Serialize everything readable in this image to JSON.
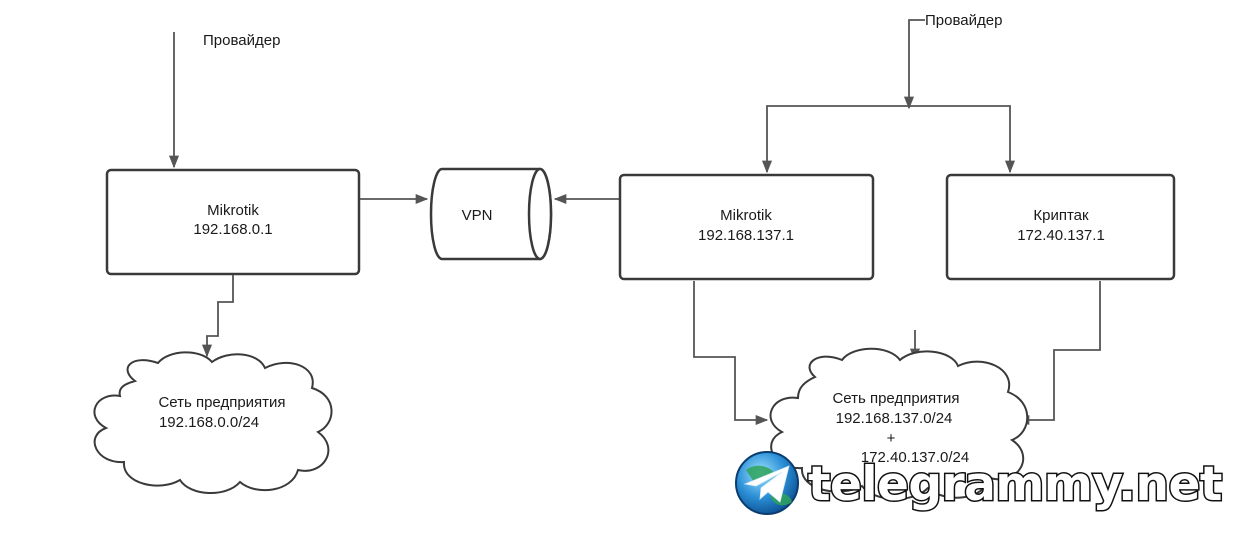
{
  "left": {
    "provider_label": "Провайдер",
    "router": {
      "name": "Mikrotik",
      "ip": "192.168.0.1"
    },
    "network": {
      "name": "Сеть предприятия",
      "subnet": "192.168.0.0/24"
    }
  },
  "vpn": {
    "label": "VPN"
  },
  "right": {
    "provider_label": "Провайдер",
    "router": {
      "name": "Mikrotik",
      "ip": "192.168.137.1"
    },
    "cryptak": {
      "name": "Криптак",
      "ip": "172.40.137.1"
    },
    "network": {
      "name": "Сеть предприятия",
      "subnet1": "192.168.137.0/24",
      "plus": "+",
      "subnet2": "172.40.137.0/24"
    }
  },
  "watermark": {
    "text": "telegrammy.net"
  }
}
